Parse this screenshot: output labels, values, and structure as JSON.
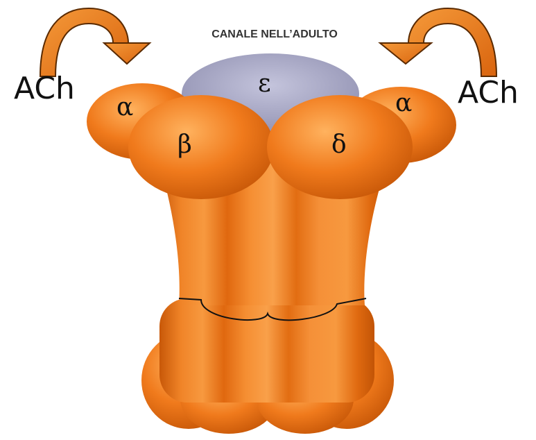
{
  "title": "CANALE NELL’ADULTO",
  "ligand_left": "ACh",
  "ligand_right": "ACh",
  "subunits": {
    "alpha_left": "α",
    "beta": "β",
    "epsilon": "ε",
    "delta": "δ",
    "alpha_right": "α"
  },
  "colors": {
    "protein": "#f07a1c",
    "protein_shadow": "#c95a0a",
    "protein_highlight": "#ffb060",
    "epsilon": "#a9a9c6",
    "arrow": "#e8781a"
  }
}
